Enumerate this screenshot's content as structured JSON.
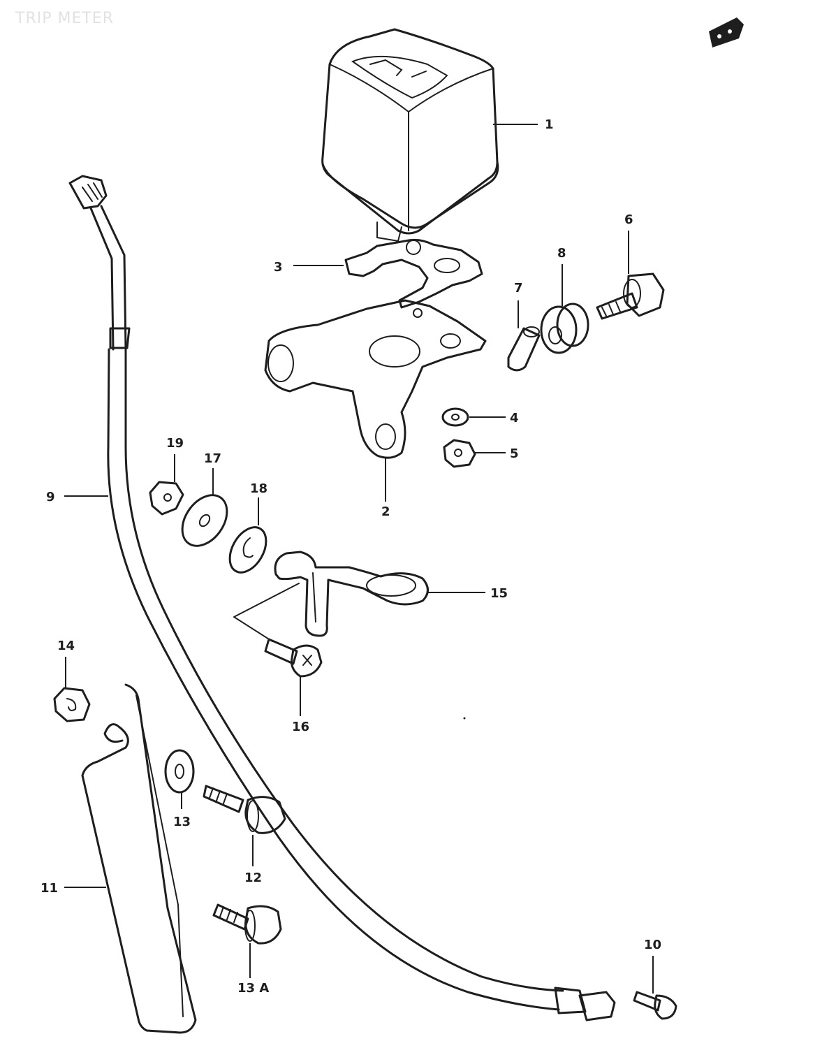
{
  "title": "TRIP METER",
  "callouts": [
    "1",
    "2",
    "3",
    "4",
    "5",
    "6",
    "7",
    "8",
    "9",
    "10",
    "11",
    "12",
    "13",
    "13 A",
    "14",
    "15",
    "16",
    "17",
    "18",
    "19"
  ],
  "colors": {
    "ink": "#1e1e1e",
    "title": "#e2e2e2",
    "background": "#ffffff"
  },
  "icons": {
    "corner": "front-arrow-icon"
  }
}
